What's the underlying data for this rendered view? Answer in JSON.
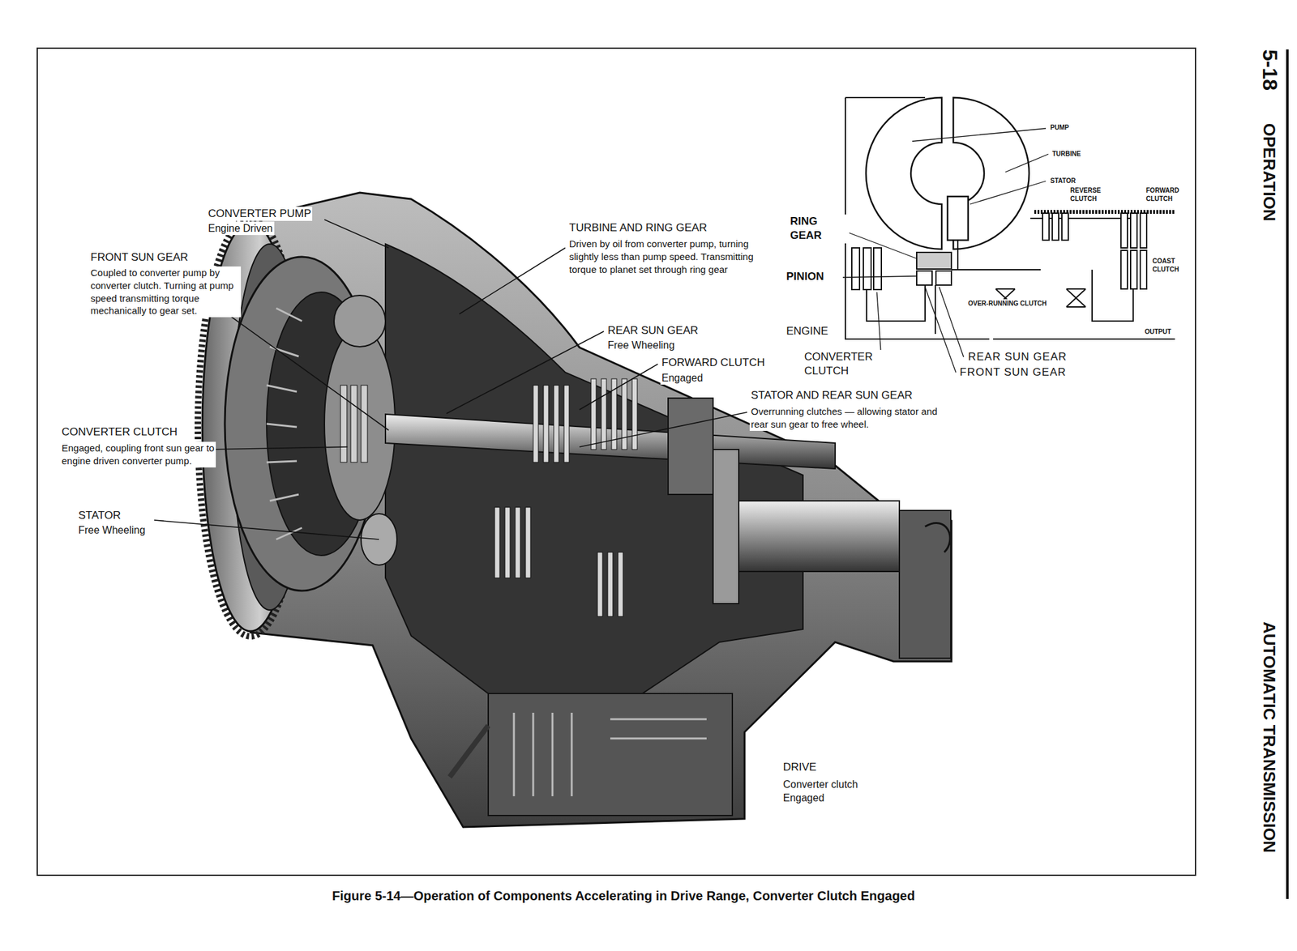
{
  "diagram": {
    "caption": "Figure 5-14—Operation of Components Accelerating in Drive Range, Converter Clutch Engaged",
    "labels": [
      "CONVERTER PUMP",
      "Engine Driven",
      "FRONT SUN GEAR",
      "Coupled to converter pump by converter clutch. Turning at pump speed transmitting torque mechanically to gear set.",
      "CONVERTER CLUTCH",
      "Engaged, coupling front sun gear to engine driven converter pump.",
      "STATOR",
      "Free Wheeling",
      "TURBINE AND RING GEAR",
      "Driven by oil from converter pump, turning slightly less than pump speed. Transmitting torque to planet set through ring gear",
      "REAR SUN GEAR",
      "Free Wheeling",
      "FORWARD CLUTCH",
      "Engaged",
      "STATOR AND REAR SUN GEAR",
      "Overrunning clutches — allowing stator and rear sun gear to free wheel.",
      "DRIVE",
      "Converter clutch Engaged",
      "PUMP",
      "TURBINE",
      "STATOR",
      "REVERSE CLUTCH",
      "FORWARD CLUTCH",
      "RING GEAR",
      "PINION",
      "COAST CLUTCH",
      "OVER-RUNNING CLUTCH",
      "ENGINE",
      "OUTPUT",
      "CONVERTER CLUTCH",
      "REAR SUN GEAR",
      "FRONT SUN GEAR",
      "5-18",
      "OPERATION",
      "AUTOMATIC TRANSMISSION"
    ]
  }
}
